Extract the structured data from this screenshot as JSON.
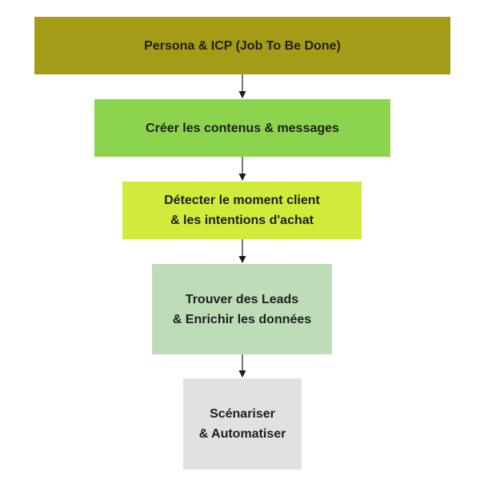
{
  "steps": [
    {
      "label": "Persona & ICP (Job To Be Done)",
      "color": "#a49c16"
    },
    {
      "label": "Créer les contenus & messages",
      "color": "#8cd34e"
    },
    {
      "label": "Détecter le moment client\n& les intentions d'achat",
      "color": "#d1ea3c"
    },
    {
      "label": "Trouver des Leads\n& Enrichir les données",
      "color": "#bddcb7"
    },
    {
      "label": "Scénariser\n& Automatiser",
      "color": "#e1e1e1"
    }
  ],
  "arrow_color": "#1a1a1a"
}
